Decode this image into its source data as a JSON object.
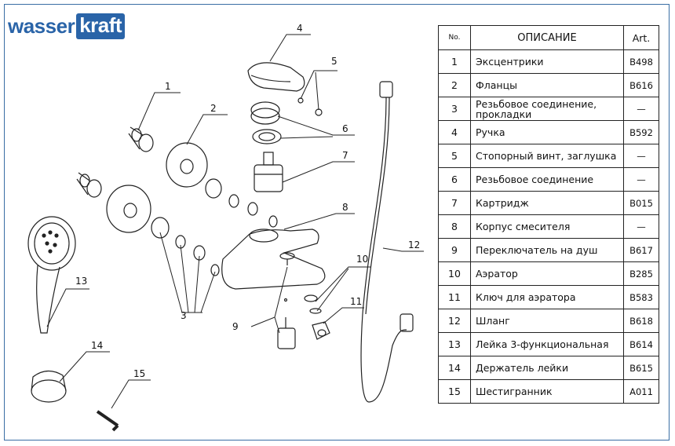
{
  "brand": {
    "part1": "wasser",
    "part2": "kraft"
  },
  "table": {
    "headers": {
      "no": "No.",
      "description": "ОПИСАНИЕ",
      "art": "Art."
    },
    "rows": [
      {
        "no": "1",
        "description": "Эксцентрики",
        "art": "B498"
      },
      {
        "no": "2",
        "description": "Фланцы",
        "art": "B616"
      },
      {
        "no": "3",
        "description": "Резьбовое соединение, прокладки",
        "art": "—"
      },
      {
        "no": "4",
        "description": "Ручка",
        "art": "B592"
      },
      {
        "no": "5",
        "description": "Стопорный винт, заглушка",
        "art": "—"
      },
      {
        "no": "6",
        "description": "Резьбовое соединение",
        "art": "—"
      },
      {
        "no": "7",
        "description": "Картридж",
        "art": "B015"
      },
      {
        "no": "8",
        "description": "Корпус смесителя",
        "art": "—"
      },
      {
        "no": "9",
        "description": "Переключатель на душ",
        "art": "B617"
      },
      {
        "no": "10",
        "description": "Аэратор",
        "art": "B285"
      },
      {
        "no": "11",
        "description": "Ключ для аэратора",
        "art": "B583"
      },
      {
        "no": "12",
        "description": "Шланг",
        "art": "B618"
      },
      {
        "no": "13",
        "description": "Лейка 3-функциональная",
        "art": "B614"
      },
      {
        "no": "14",
        "description": "Держатель лейки",
        "art": "B615"
      },
      {
        "no": "15",
        "description": "Шестигранник",
        "art": "A011"
      }
    ]
  },
  "callouts": [
    "1",
    "2",
    "3",
    "4",
    "5",
    "6",
    "7",
    "8",
    "9",
    "10",
    "11",
    "12",
    "13",
    "14",
    "15"
  ]
}
